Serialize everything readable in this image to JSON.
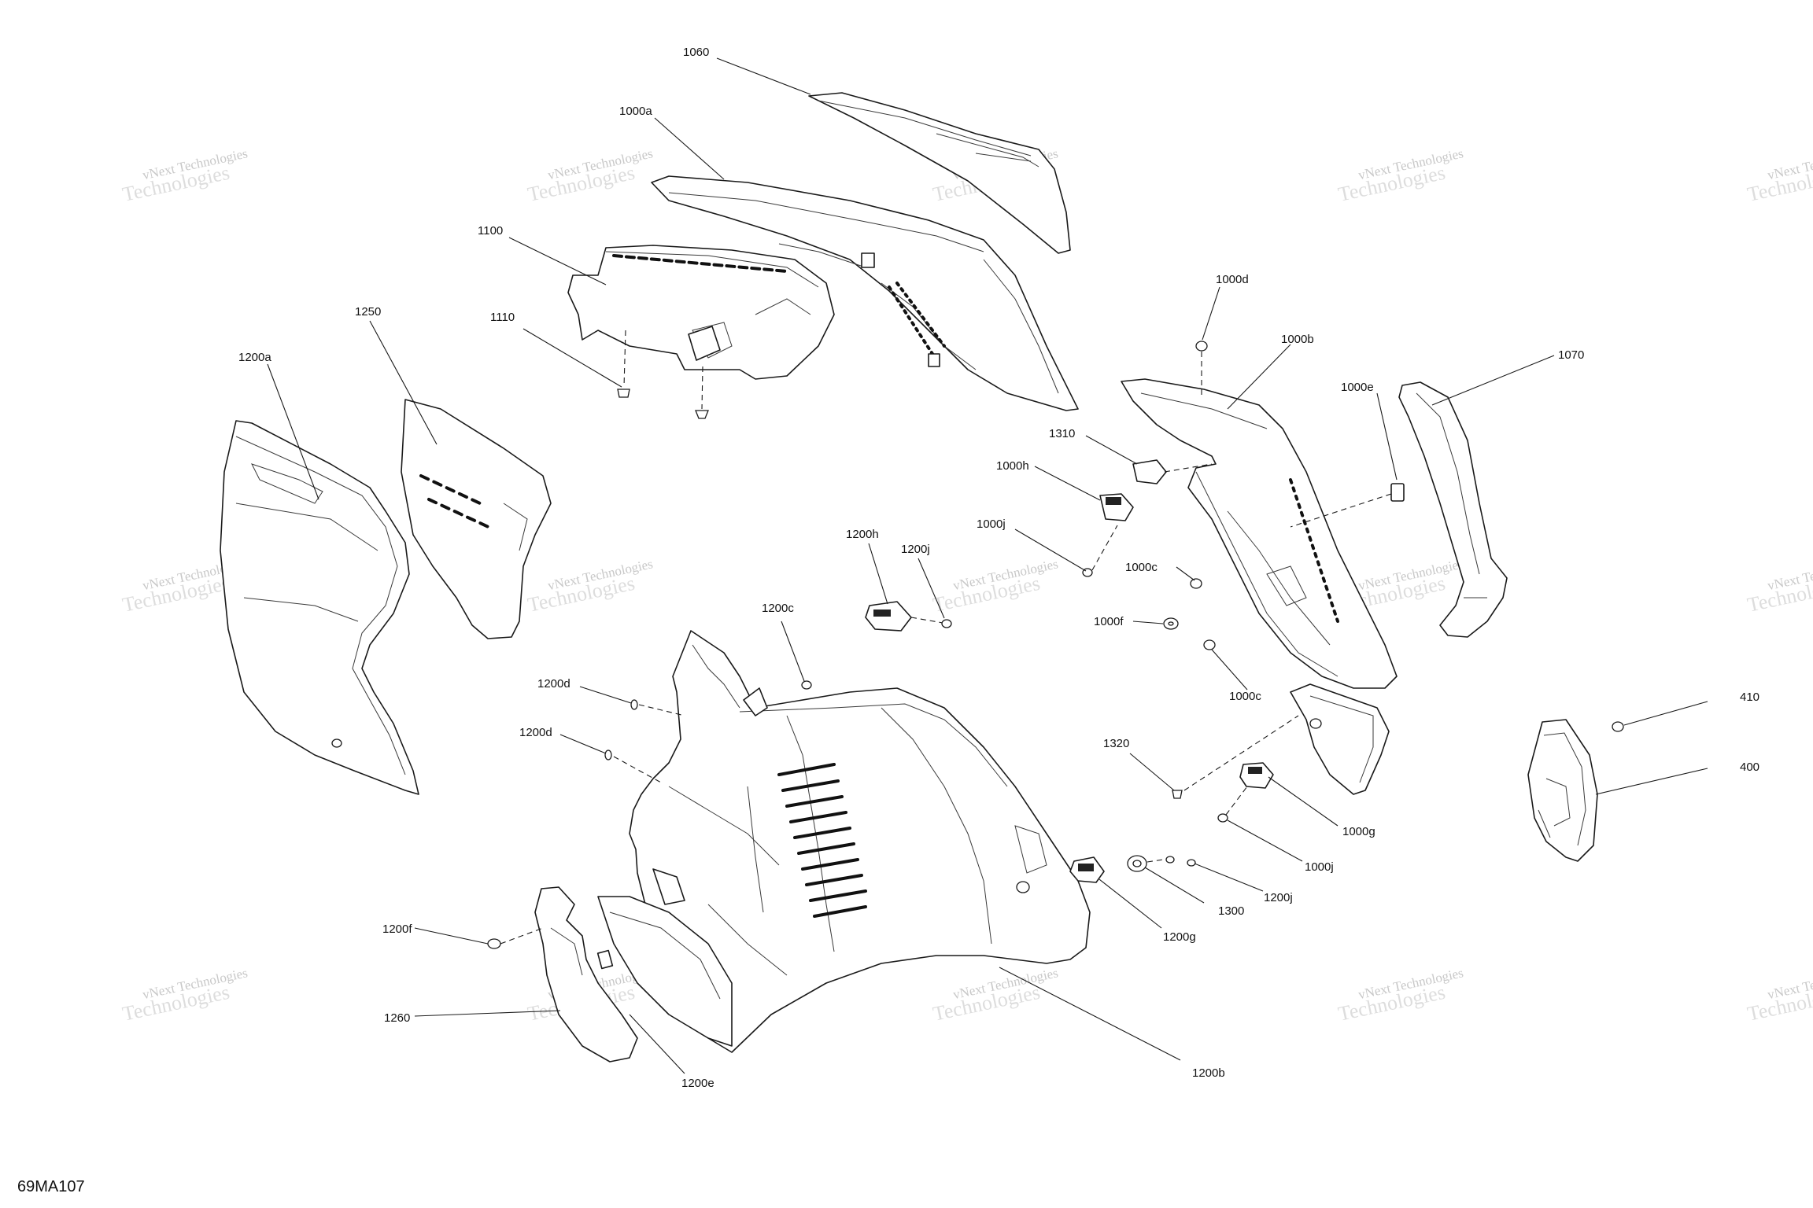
{
  "figure_id": "69MA107",
  "watermark": {
    "line1": "vNext Technologies",
    "line2": "Technologies",
    "small": "vNext"
  },
  "callouts": {
    "p1060": "1060",
    "p1000a": "1000a",
    "p1100": "1100",
    "p1110": "1110",
    "p1250": "1250",
    "p1200a": "1200a",
    "p1000d": "1000d",
    "p1000b": "1000b",
    "p1070": "1070",
    "p1000e": "1000e",
    "p1310": "1310",
    "p1000h": "1000h",
    "p1000j_top": "1000j",
    "p1000c_top": "1000c",
    "p1000f": "1000f",
    "p1000c_bottom": "1000c",
    "p1200h": "1200h",
    "p1200j_top": "1200j",
    "p1200c": "1200c",
    "p1200d_top": "1200d",
    "p1200d_bottom": "1200d",
    "p1320": "1320",
    "p410": "410",
    "p400": "400",
    "p1000g": "1000g",
    "p1000j_bottom": "1000j",
    "p1200j_bottom": "1200j",
    "p1300": "1300",
    "p1200g": "1200g",
    "p1200f": "1200f",
    "p1260": "1260",
    "p1200e": "1200e",
    "p1200b": "1200b"
  }
}
